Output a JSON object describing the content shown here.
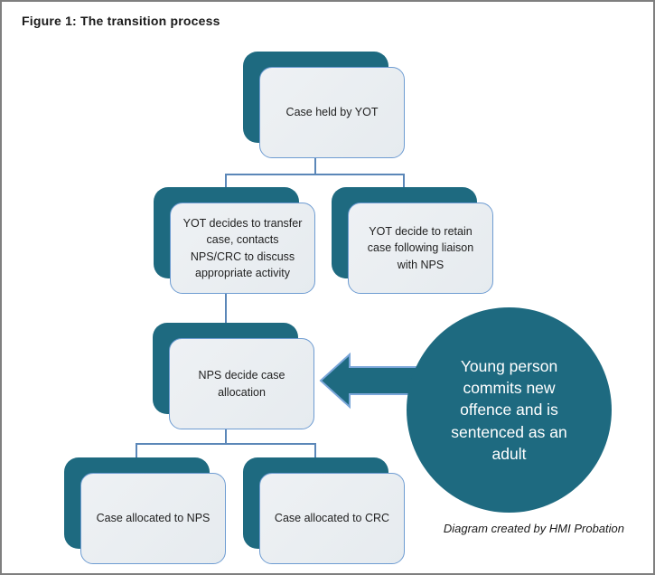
{
  "figure": {
    "title": "Figure 1: The transition process",
    "caption": "Diagram created by HMI Probation"
  },
  "colors": {
    "teal": "#1E6A80",
    "box_fill": "#E9EDF0",
    "box_border": "#6E9CD2",
    "connector": "#5B87B8",
    "frame_border": "#7F7F7F",
    "text_dark": "#1F1F1F",
    "text_light": "#FFFFFF"
  },
  "flowchart": {
    "nodes": [
      {
        "id": "case-held-by-yot",
        "label": "Case held by YOT"
      },
      {
        "id": "yot-decides-transfer",
        "label": "YOT decides to transfer case, contacts NPS/CRC to discuss appropriate activity"
      },
      {
        "id": "yot-decide-retain",
        "label": "YOT decide to retain case following liaison with NPS"
      },
      {
        "id": "nps-decide-allocation",
        "label": "NPS decide case allocation"
      },
      {
        "id": "case-allocated-nps",
        "label": "Case allocated to NPS"
      },
      {
        "id": "case-allocated-crc",
        "label": "Case allocated to CRC"
      }
    ],
    "edges": [
      {
        "from": "case-held-by-yot",
        "to": "yot-decides-transfer"
      },
      {
        "from": "case-held-by-yot",
        "to": "yot-decide-retain"
      },
      {
        "from": "yot-decides-transfer",
        "to": "nps-decide-allocation"
      },
      {
        "from": "nps-decide-allocation",
        "to": "case-allocated-nps"
      },
      {
        "from": "nps-decide-allocation",
        "to": "case-allocated-crc"
      }
    ],
    "callout": {
      "label": "Young person commits new offence and is sentenced as an adult",
      "points_to": "nps-decide-allocation"
    }
  }
}
